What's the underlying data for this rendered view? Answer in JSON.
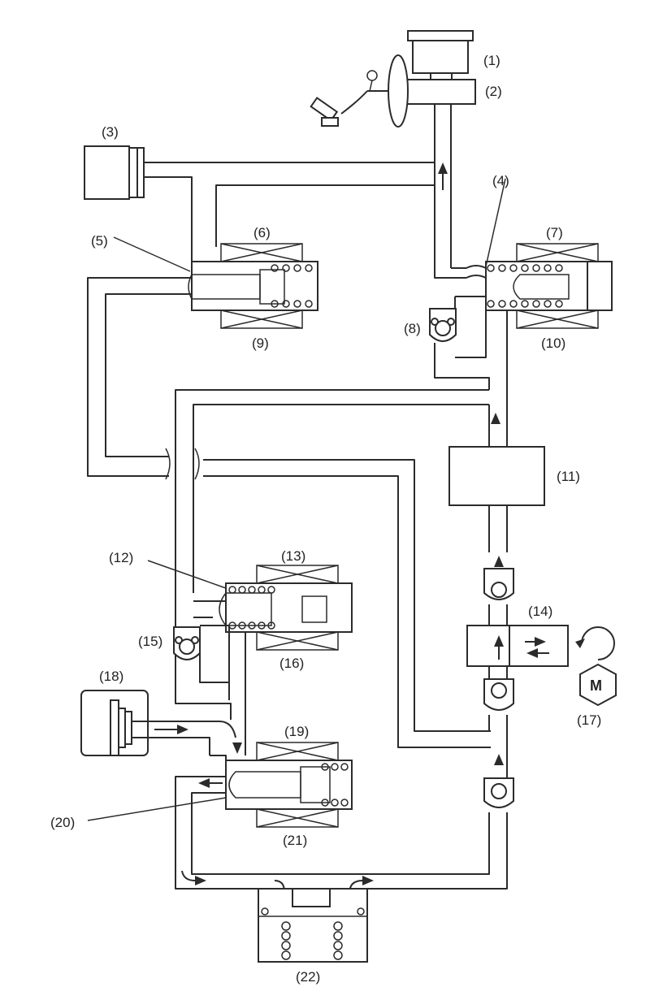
{
  "labels": {
    "l1": "(1)",
    "l2": "(2)",
    "l3": "(3)",
    "l4": "(4)",
    "l5": "(5)",
    "l6": "(6)",
    "l7": "(7)",
    "l8": "(8)",
    "l9": "(9)",
    "l10": "(10)",
    "l11": "(11)",
    "l12": "(12)",
    "l13": "(13)",
    "l14": "(14)",
    "l15": "(15)",
    "l16": "(16)",
    "l17": "(17)",
    "l18": "(18)",
    "l19": "(19)",
    "l20": "(20)",
    "l21": "(21)",
    "l22": "(22)"
  },
  "motor": {
    "letter": "M"
  }
}
